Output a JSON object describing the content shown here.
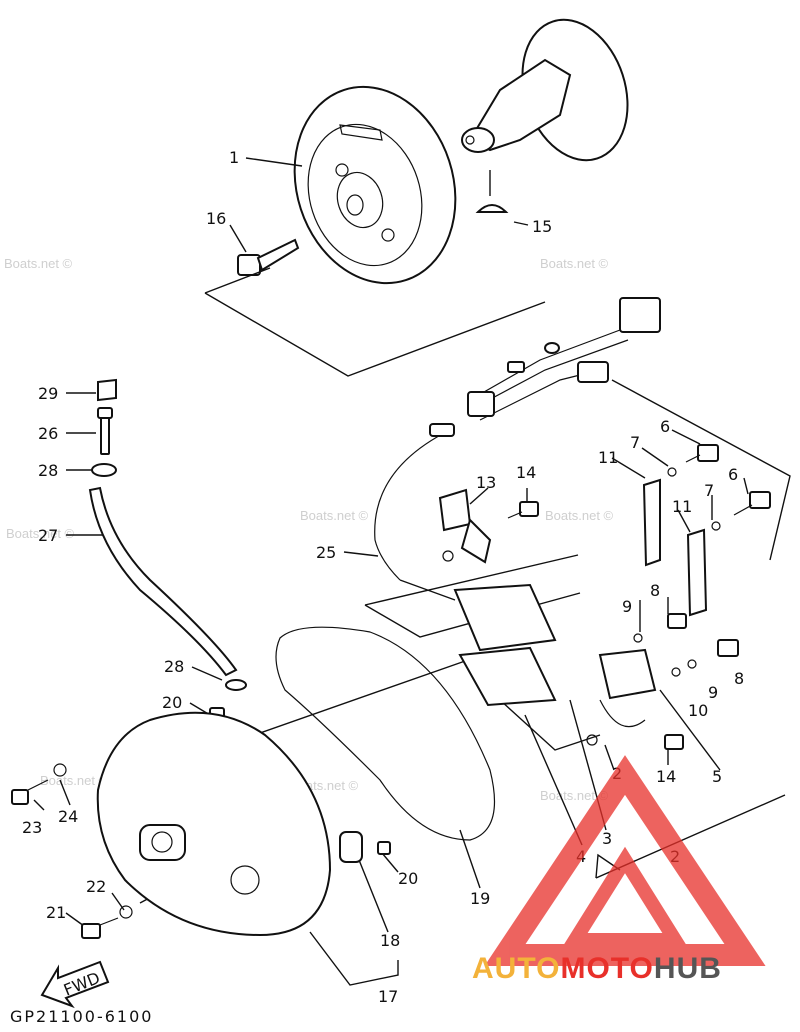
{
  "diagram_code": "GP21100-6100",
  "fwd_label": "FWD",
  "watermark_text": "Boats.net ©",
  "brand": {
    "part1": "AUTO",
    "part2": "MOTO",
    "part3": "HUB",
    "color1": "#f3b23a",
    "color2": "#e8302a",
    "color3": "#555555"
  },
  "callouts": [
    {
      "id": "c1",
      "text": "1"
    },
    {
      "id": "c15",
      "text": "15"
    },
    {
      "id": "c16",
      "text": "16"
    },
    {
      "id": "c29",
      "text": "29"
    },
    {
      "id": "c26",
      "text": "26"
    },
    {
      "id": "c28a",
      "text": "28"
    },
    {
      "id": "c27",
      "text": "27"
    },
    {
      "id": "c13",
      "text": "13"
    },
    {
      "id": "c14a",
      "text": "14"
    },
    {
      "id": "c11a",
      "text": "11"
    },
    {
      "id": "c7a",
      "text": "7"
    },
    {
      "id": "c6a",
      "text": "6"
    },
    {
      "id": "c11b",
      "text": "11"
    },
    {
      "id": "c7b",
      "text": "7"
    },
    {
      "id": "c6b",
      "text": "6"
    },
    {
      "id": "c25",
      "text": "25"
    },
    {
      "id": "c9a",
      "text": "9"
    },
    {
      "id": "c8a",
      "text": "8"
    },
    {
      "id": "c8b",
      "text": "8"
    },
    {
      "id": "c9b",
      "text": "9"
    },
    {
      "id": "c10",
      "text": "10"
    },
    {
      "id": "c28b",
      "text": "28"
    },
    {
      "id": "c20a",
      "text": "20"
    },
    {
      "id": "c24",
      "text": "24"
    },
    {
      "id": "c23",
      "text": "23"
    },
    {
      "id": "c14b",
      "text": "14"
    },
    {
      "id": "c5",
      "text": "5"
    },
    {
      "id": "c2a",
      "text": "2"
    },
    {
      "id": "c3",
      "text": "3"
    },
    {
      "id": "c4",
      "text": "4"
    },
    {
      "id": "c2b",
      "text": "2"
    },
    {
      "id": "c19",
      "text": "19"
    },
    {
      "id": "c20b",
      "text": "20"
    },
    {
      "id": "c22",
      "text": "22"
    },
    {
      "id": "c21",
      "text": "21"
    },
    {
      "id": "c18",
      "text": "18"
    },
    {
      "id": "c17",
      "text": "17"
    }
  ]
}
